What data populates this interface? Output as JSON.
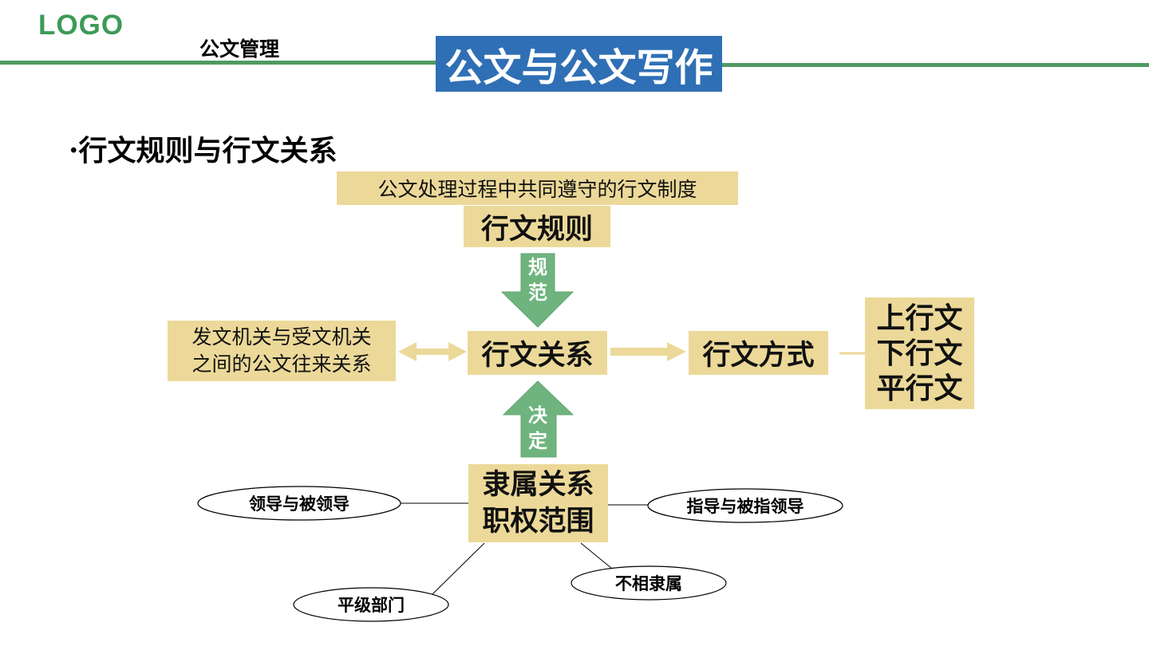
{
  "header": {
    "logo": "LOGO",
    "section": "公文管理",
    "title": "公文与公文写作"
  },
  "subheading": "·行文规则与行文关系",
  "diagram": {
    "rule_definition": "公文处理过程中共同遵守的行文制度",
    "rule": "行文规则",
    "arrow_regulate": [
      "规",
      "范"
    ],
    "relation": "行文关系",
    "relation_definition": [
      "发文机关与受文机关",
      "之间的公文往来关系"
    ],
    "method": "行文方式",
    "method_kinds": [
      "上行文",
      "下行文",
      "平行文"
    ],
    "arrow_decide": [
      "决",
      "定"
    ],
    "basis": [
      "隶属关系",
      "职权范围"
    ],
    "relation_types": {
      "leadership": "领导与被领导",
      "guidance": "指导与被指领导",
      "peer": "平级部门",
      "unaffiliated": "不相隶属"
    }
  },
  "colors": {
    "box_fill": "#ecd999",
    "arrow_green": "#6fb47e",
    "banner_blue": "#2f6fb5",
    "line_green": "#4f9a63",
    "logo_green": "#3c9a57"
  }
}
